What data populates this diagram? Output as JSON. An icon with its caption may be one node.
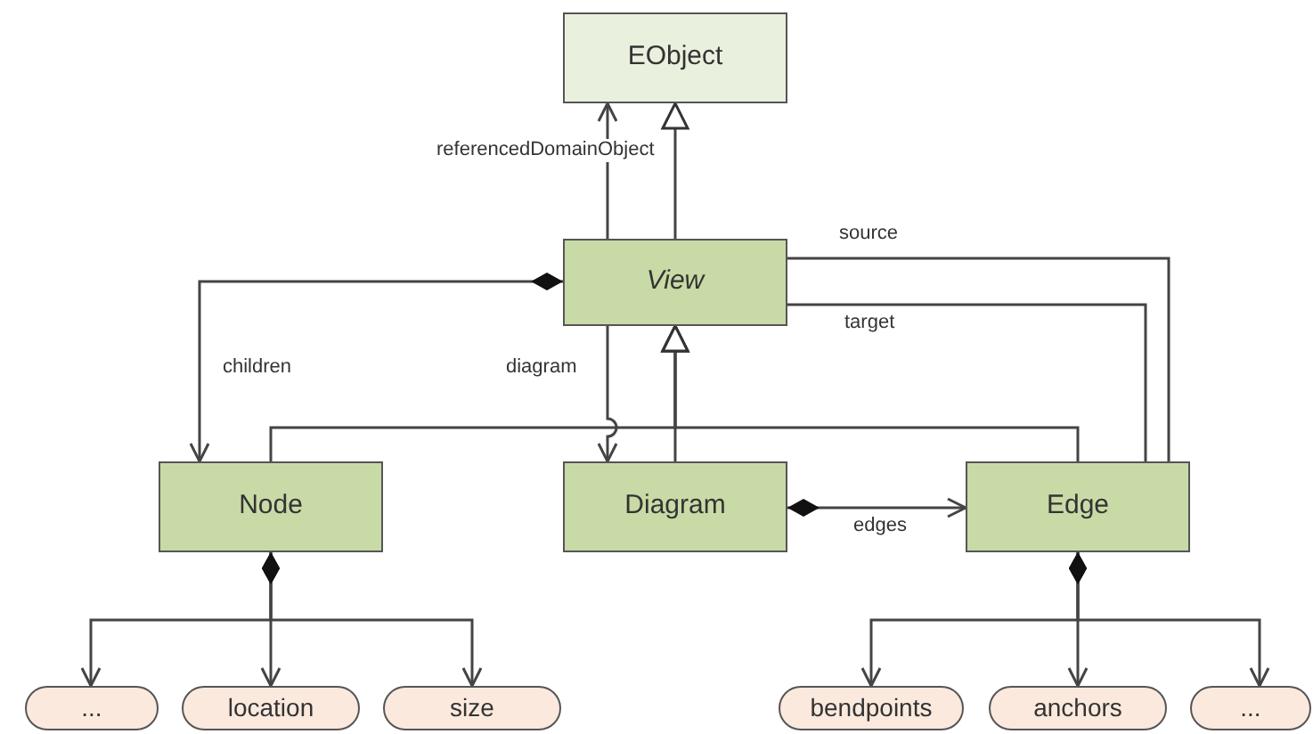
{
  "diagram": {
    "nodes": [
      {
        "text": [
          "EObject"
        ]
      },
      {
        "text": [
          "View"
        ]
      },
      {
        "text": [
          "Node"
        ]
      },
      {
        "text": [
          "Diagram"
        ]
      },
      {
        "text": [
          "Edge"
        ]
      },
      {
        "text": [
          "..."
        ]
      },
      {
        "text": [
          "location"
        ]
      },
      {
        "text": [
          "size"
        ]
      },
      {
        "text": [
          "bendpoints"
        ]
      },
      {
        "text": [
          "anchors"
        ]
      },
      {
        "text": [
          "..."
        ]
      }
    ],
    "edges": [
      {
        "from": 1,
        "to": 0,
        "arrow": "to",
        "label": "referencedDomainObject"
      },
      {
        "from": 1,
        "to": 0,
        "arrow": "to"
      },
      {
        "from": 1,
        "to": 2,
        "arrow": "to",
        "label": "children"
      },
      {
        "from": 1,
        "to": 3,
        "arrow": "to",
        "label": "diagram"
      },
      {
        "from": 2,
        "to": 1,
        "arrow": "to"
      },
      {
        "from": 3,
        "to": 1,
        "arrow": "to"
      },
      {
        "from": 4,
        "to": 1,
        "arrow": "to"
      },
      {
        "from": 1,
        "to": 4,
        "arrow": "none",
        "label": "source"
      },
      {
        "from": 1,
        "to": 4,
        "arrow": "none",
        "label": "target"
      },
      {
        "from": 3,
        "to": 4,
        "arrow": "to",
        "label": "edges"
      },
      {
        "from": 2,
        "to": 5,
        "arrow": "to"
      },
      {
        "from": 2,
        "to": 6,
        "arrow": "to"
      },
      {
        "from": 2,
        "to": 7,
        "arrow": "to"
      },
      {
        "from": 4,
        "to": 8,
        "arrow": "to"
      },
      {
        "from": 4,
        "to": 9,
        "arrow": "to"
      },
      {
        "from": 4,
        "to": 10,
        "arrow": "to"
      }
    ]
  }
}
